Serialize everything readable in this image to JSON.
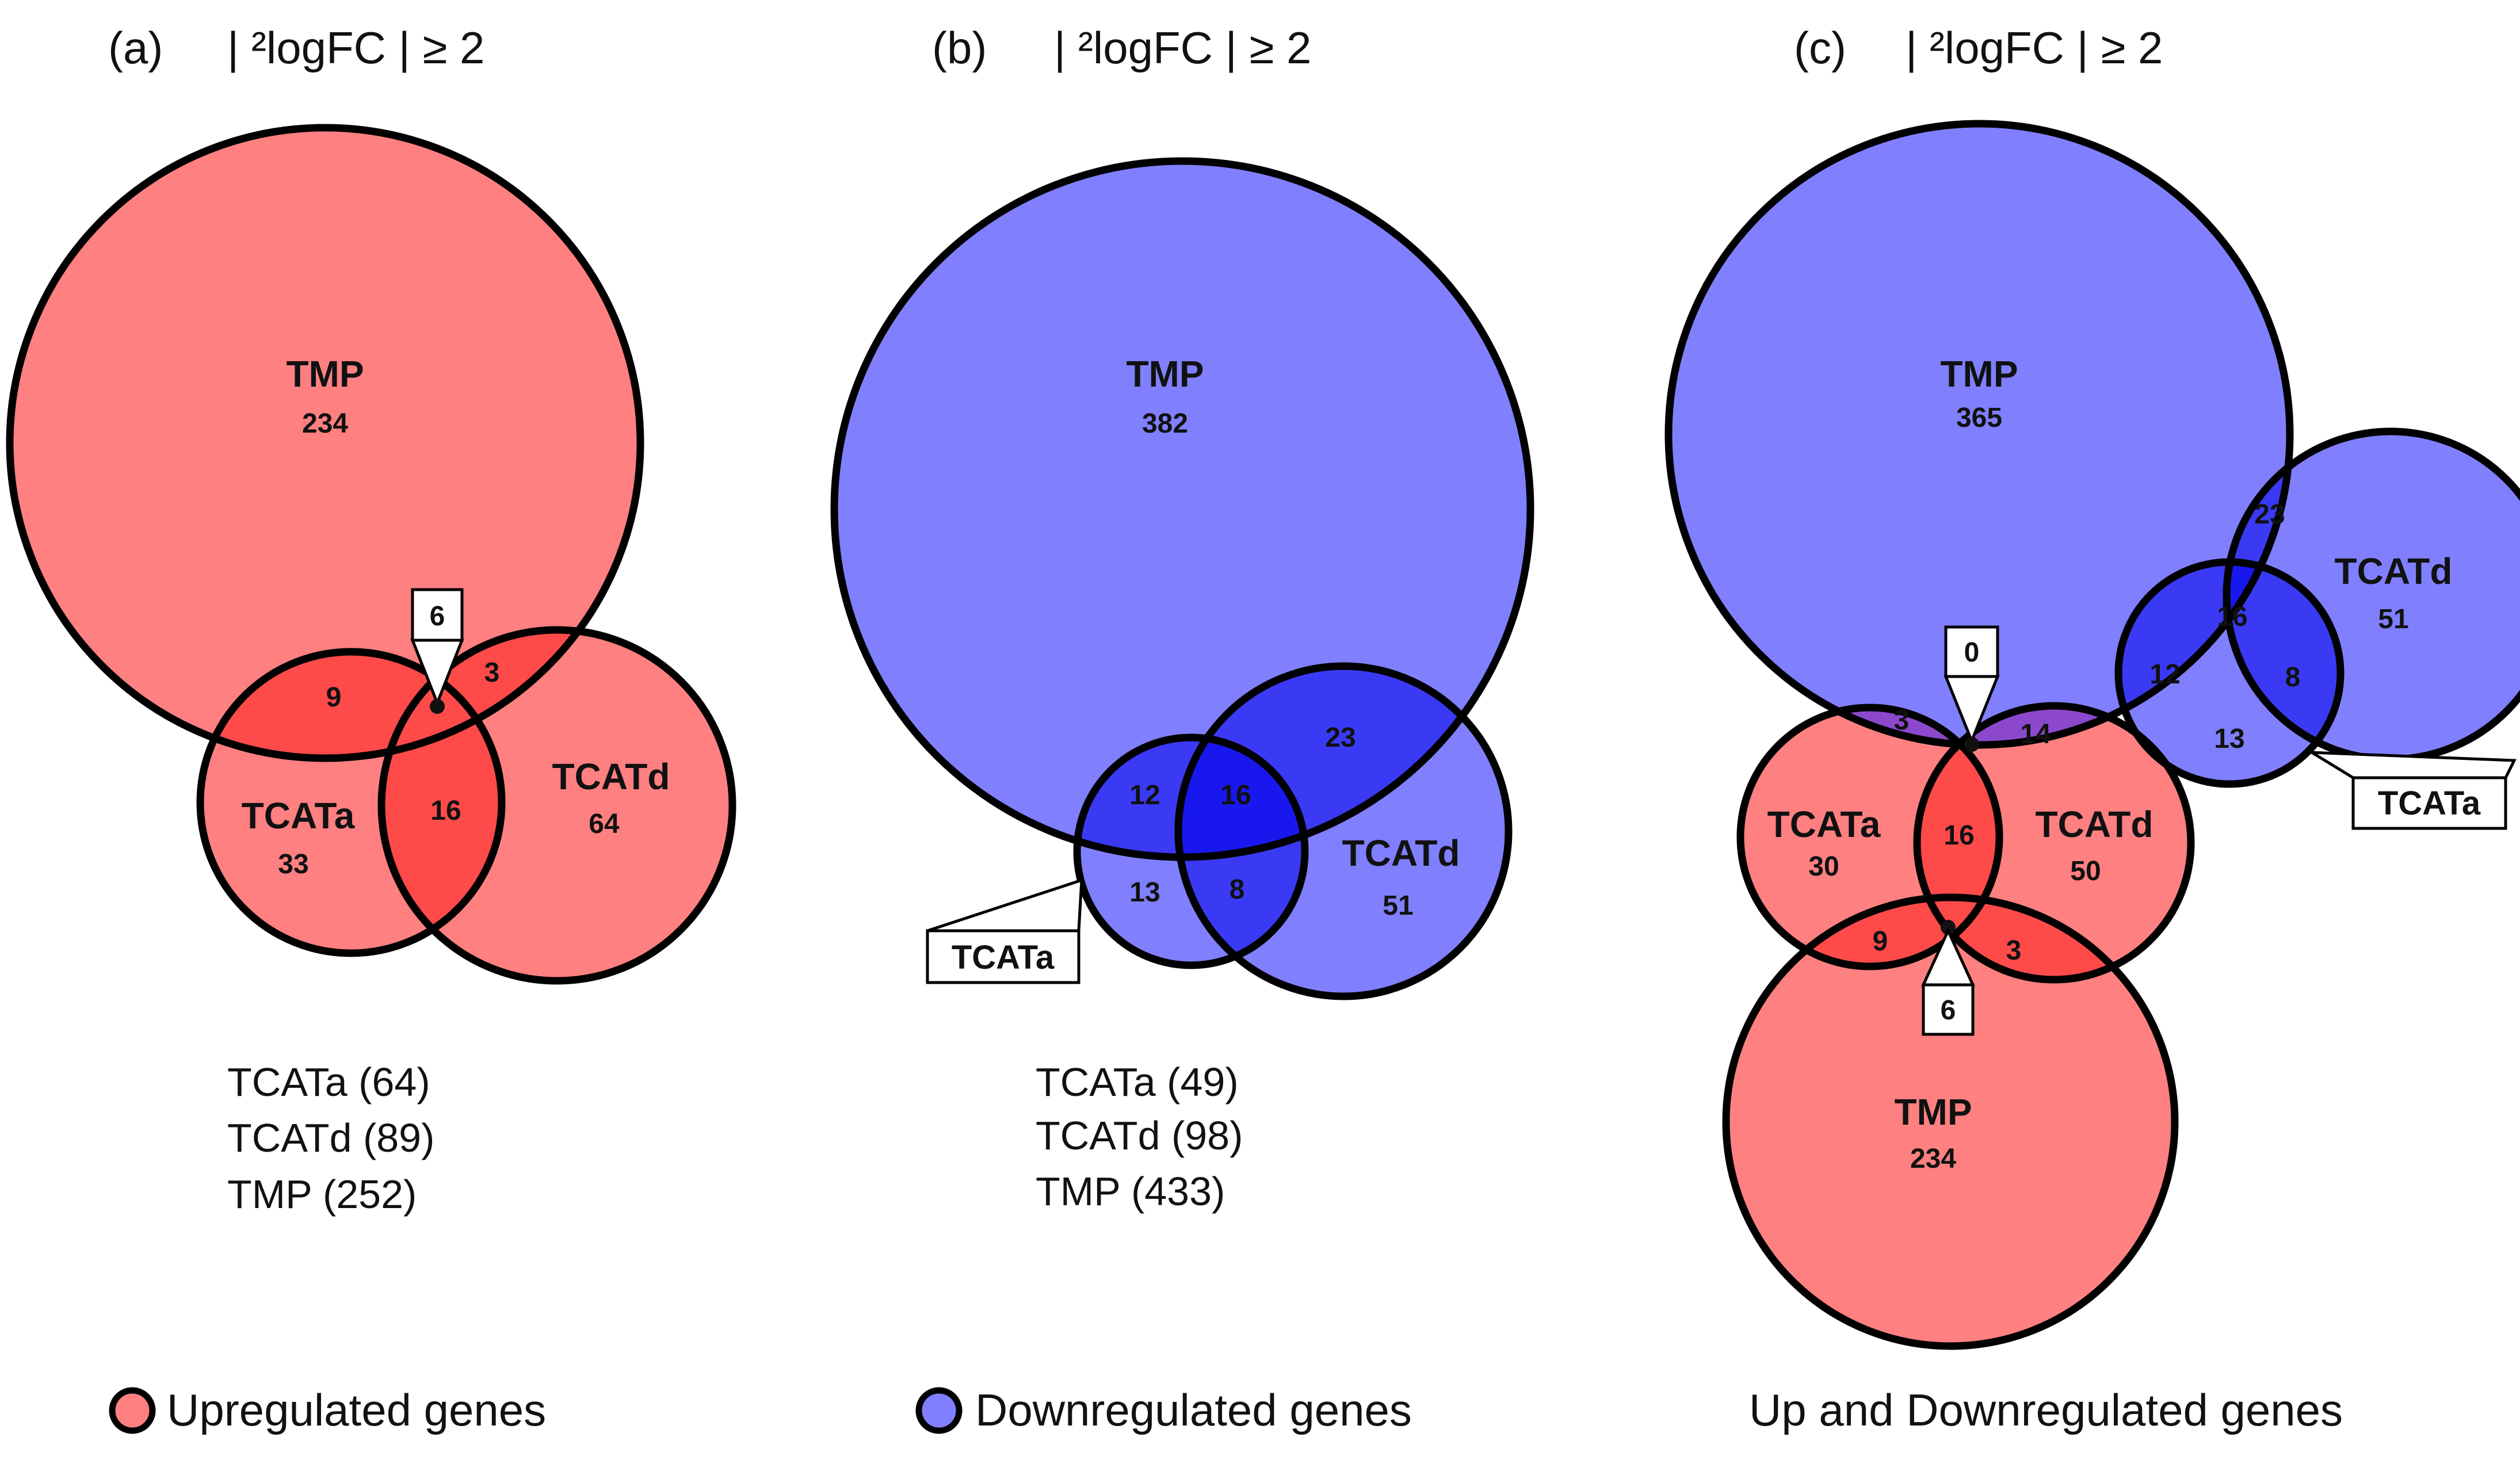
{
  "colors": {
    "up": "#ff8080",
    "up_overlap": "#ff4a4a",
    "down": "#8080ff",
    "down_overlap2": "#3a3af5",
    "down_overlap3": "#1818ee",
    "mixed_overlap": "#8c48cc",
    "outline": "#000000"
  },
  "panels": [
    {
      "id": "a",
      "label": "(a)",
      "threshold": "| ²logFC | ≥ 2",
      "regions": {
        "tmp_title": "TMP",
        "tmp_count": "234",
        "tcata_title": "TCATa",
        "tcata_count": "33",
        "tcatd_title": "TCATd",
        "tcatd_count": "64",
        "tmp_tcata": "9",
        "tmp_tcatd": "3",
        "tcata_tcatd": "16",
        "all_three": "6"
      },
      "totals": [
        "TCATa (64)",
        "TCATd (89)",
        "TMP (252)"
      ]
    },
    {
      "id": "b",
      "label": "(b)",
      "threshold": "| ²logFC | ≥ 2",
      "regions": {
        "tmp_title": "TMP",
        "tmp_count": "382",
        "tcata_title": "TCATa",
        "tcata_count": "13",
        "tcatd_title": "TCATd",
        "tcatd_count": "51",
        "tmp_tcata": "12",
        "tmp_tcatd": "23",
        "tcata_tcatd": "8",
        "all_three": "16"
      },
      "totals": [
        "TCATa (49)",
        "TCATd (98)",
        "TMP (433)"
      ]
    },
    {
      "id": "c",
      "label": "(c)",
      "threshold": "| ²logFC | ≥ 2",
      "down_regions": {
        "tmp_title": "TMP",
        "tmp_count": "365",
        "tcatd_title": "TCATd",
        "tcatd_count": "51",
        "tcata_title": "TCATa",
        "tcata_count": "13",
        "tmp_tcatd": "23",
        "tmp_tcata": "12",
        "tcata_tcatd": "8",
        "all_three": "16"
      },
      "up_regions": {
        "tmp_title": "TMP",
        "tmp_count": "234",
        "tcata_title": "TCATa",
        "tcata_count": "30",
        "tcatd_title": "TCATd",
        "tcatd_count": "50",
        "tcata_tcatd": "16",
        "tmp_tcata": "9",
        "tmp_tcatd": "3",
        "all_three": "6"
      },
      "mixed_regions": {
        "downtmp_uptcata": "3",
        "downtmp_uptcatd": "14",
        "all_three": "0"
      }
    }
  ],
  "legend": {
    "up_label": "Upregulated genes",
    "down_label": "Downregulated genes",
    "both_label": "Up and Downregulated genes"
  }
}
